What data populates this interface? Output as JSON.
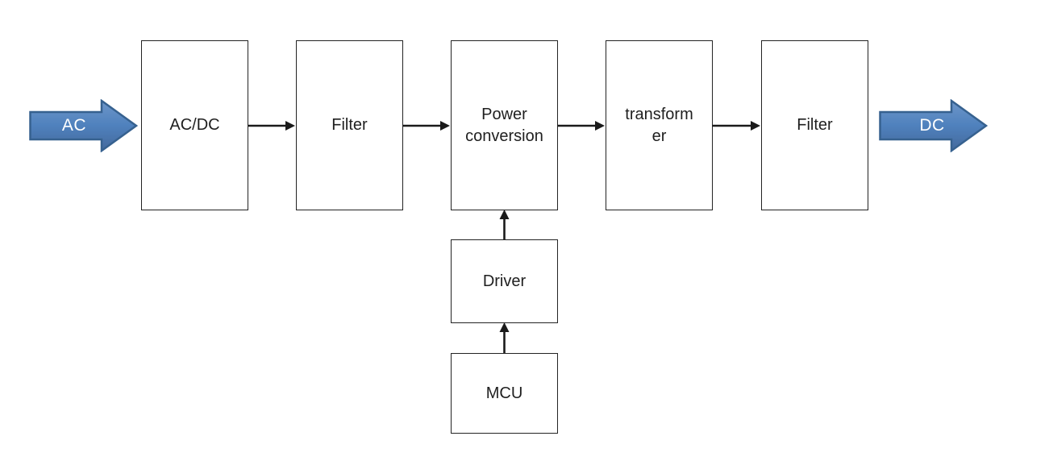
{
  "diagram": {
    "type": "block-diagram",
    "input_arrow": {
      "label": "AC"
    },
    "output_arrow": {
      "label": "DC"
    },
    "blocks": [
      {
        "id": "acdc",
        "label": "AC/DC"
      },
      {
        "id": "filter1",
        "label": "Filter"
      },
      {
        "id": "power-conversion",
        "label": "Power\nconversion"
      },
      {
        "id": "transformer",
        "label": "transform\ner"
      },
      {
        "id": "filter2",
        "label": "Filter"
      },
      {
        "id": "driver",
        "label": "Driver"
      },
      {
        "id": "mcu",
        "label": "MCU"
      }
    ],
    "connections": [
      "AC -> AC/DC",
      "AC/DC -> Filter",
      "Filter -> Power conversion",
      "Power conversion -> transformer",
      "transformer -> Filter",
      "Filter -> DC",
      "Driver -> Power conversion",
      "MCU -> Driver"
    ],
    "colors": {
      "block_arrow_fill": "#4f81bd",
      "block_arrow_border": "#36618f",
      "box_border": "#232323",
      "connector": "#1a1a1a",
      "background": "#ffffff"
    }
  }
}
